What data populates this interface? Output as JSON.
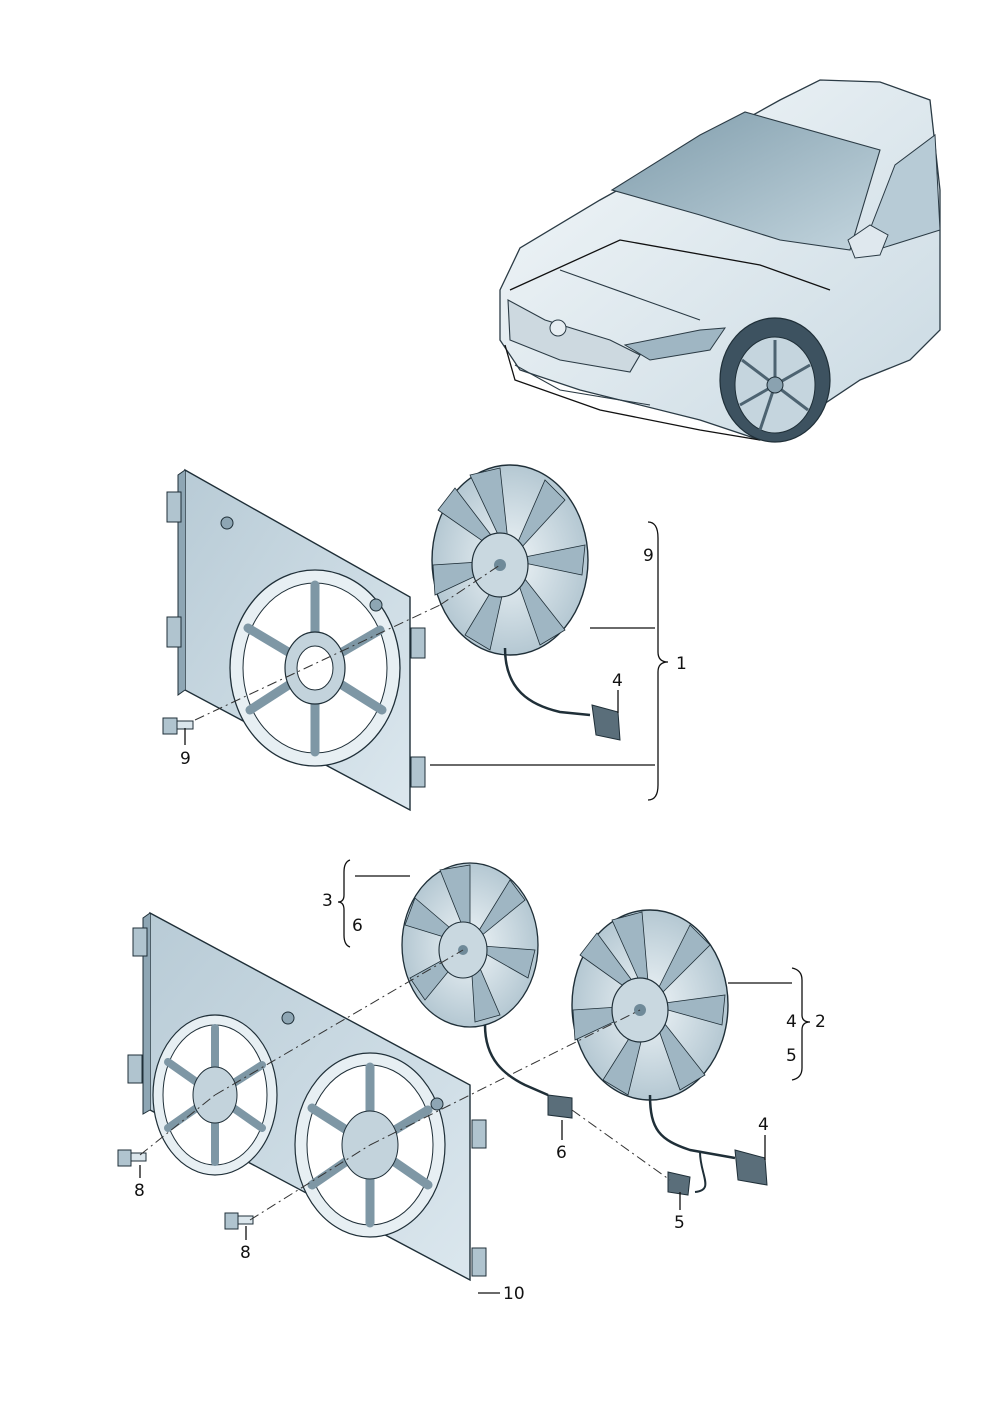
{
  "callouts": {
    "top_fan_group_9": "9",
    "top_assembly_1": "1",
    "top_connector_4": "4",
    "top_bolt_9": "9",
    "bottom_left_fan_3": "3",
    "bottom_left_fan_6": "6",
    "bottom_right_fan_4": "4",
    "bottom_right_fan_5": "5",
    "bottom_assembly_2": "2",
    "bottom_connector_6": "6",
    "bottom_connector_4": "4",
    "bottom_connector_5": "5",
    "bottom_bolt_8a": "8",
    "bottom_bolt_8b": "8",
    "bottom_shroud_10": "10"
  },
  "colors": {
    "part_fill": "#d6e4ec",
    "part_shade": "#9fb6c3",
    "part_dark": "#6f8a99",
    "outline": "#1f2f38",
    "car_body": "#e6eef3",
    "glass": "#a9c1ce"
  }
}
